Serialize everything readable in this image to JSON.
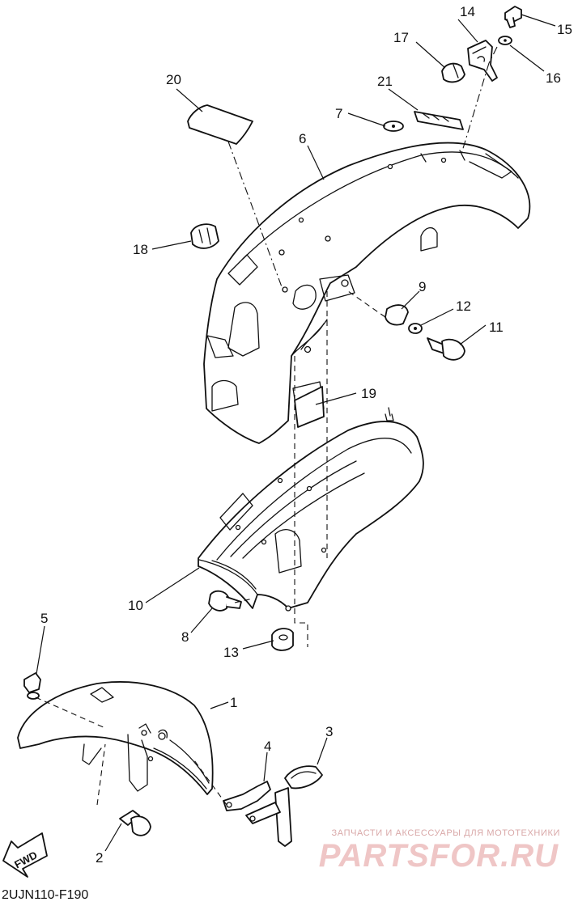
{
  "callouts": [
    {
      "id": "1",
      "label": "1"
    },
    {
      "id": "2",
      "label": "2"
    },
    {
      "id": "3",
      "label": "3"
    },
    {
      "id": "4",
      "label": "4"
    },
    {
      "id": "5",
      "label": "5"
    },
    {
      "id": "6",
      "label": "6"
    },
    {
      "id": "7",
      "label": "7"
    },
    {
      "id": "8",
      "label": "8"
    },
    {
      "id": "9",
      "label": "9"
    },
    {
      "id": "10",
      "label": "10"
    },
    {
      "id": "11",
      "label": "11"
    },
    {
      "id": "12",
      "label": "12"
    },
    {
      "id": "13",
      "label": "13"
    },
    {
      "id": "14",
      "label": "14"
    },
    {
      "id": "15",
      "label": "15"
    },
    {
      "id": "16",
      "label": "16"
    },
    {
      "id": "17",
      "label": "17"
    },
    {
      "id": "18",
      "label": "18"
    },
    {
      "id": "19",
      "label": "19"
    },
    {
      "id": "20",
      "label": "20"
    },
    {
      "id": "21",
      "label": "21"
    }
  ],
  "direction_label": "FWD",
  "figure_code": "2UJN110-F190",
  "watermark": {
    "tagline": "ЗАПЧАСТИ И АКСЕССУАРЫ ДЛЯ МОТОТЕХНИКИ",
    "name": "PARTSFOR.RU",
    "color": "#efc6c6"
  }
}
